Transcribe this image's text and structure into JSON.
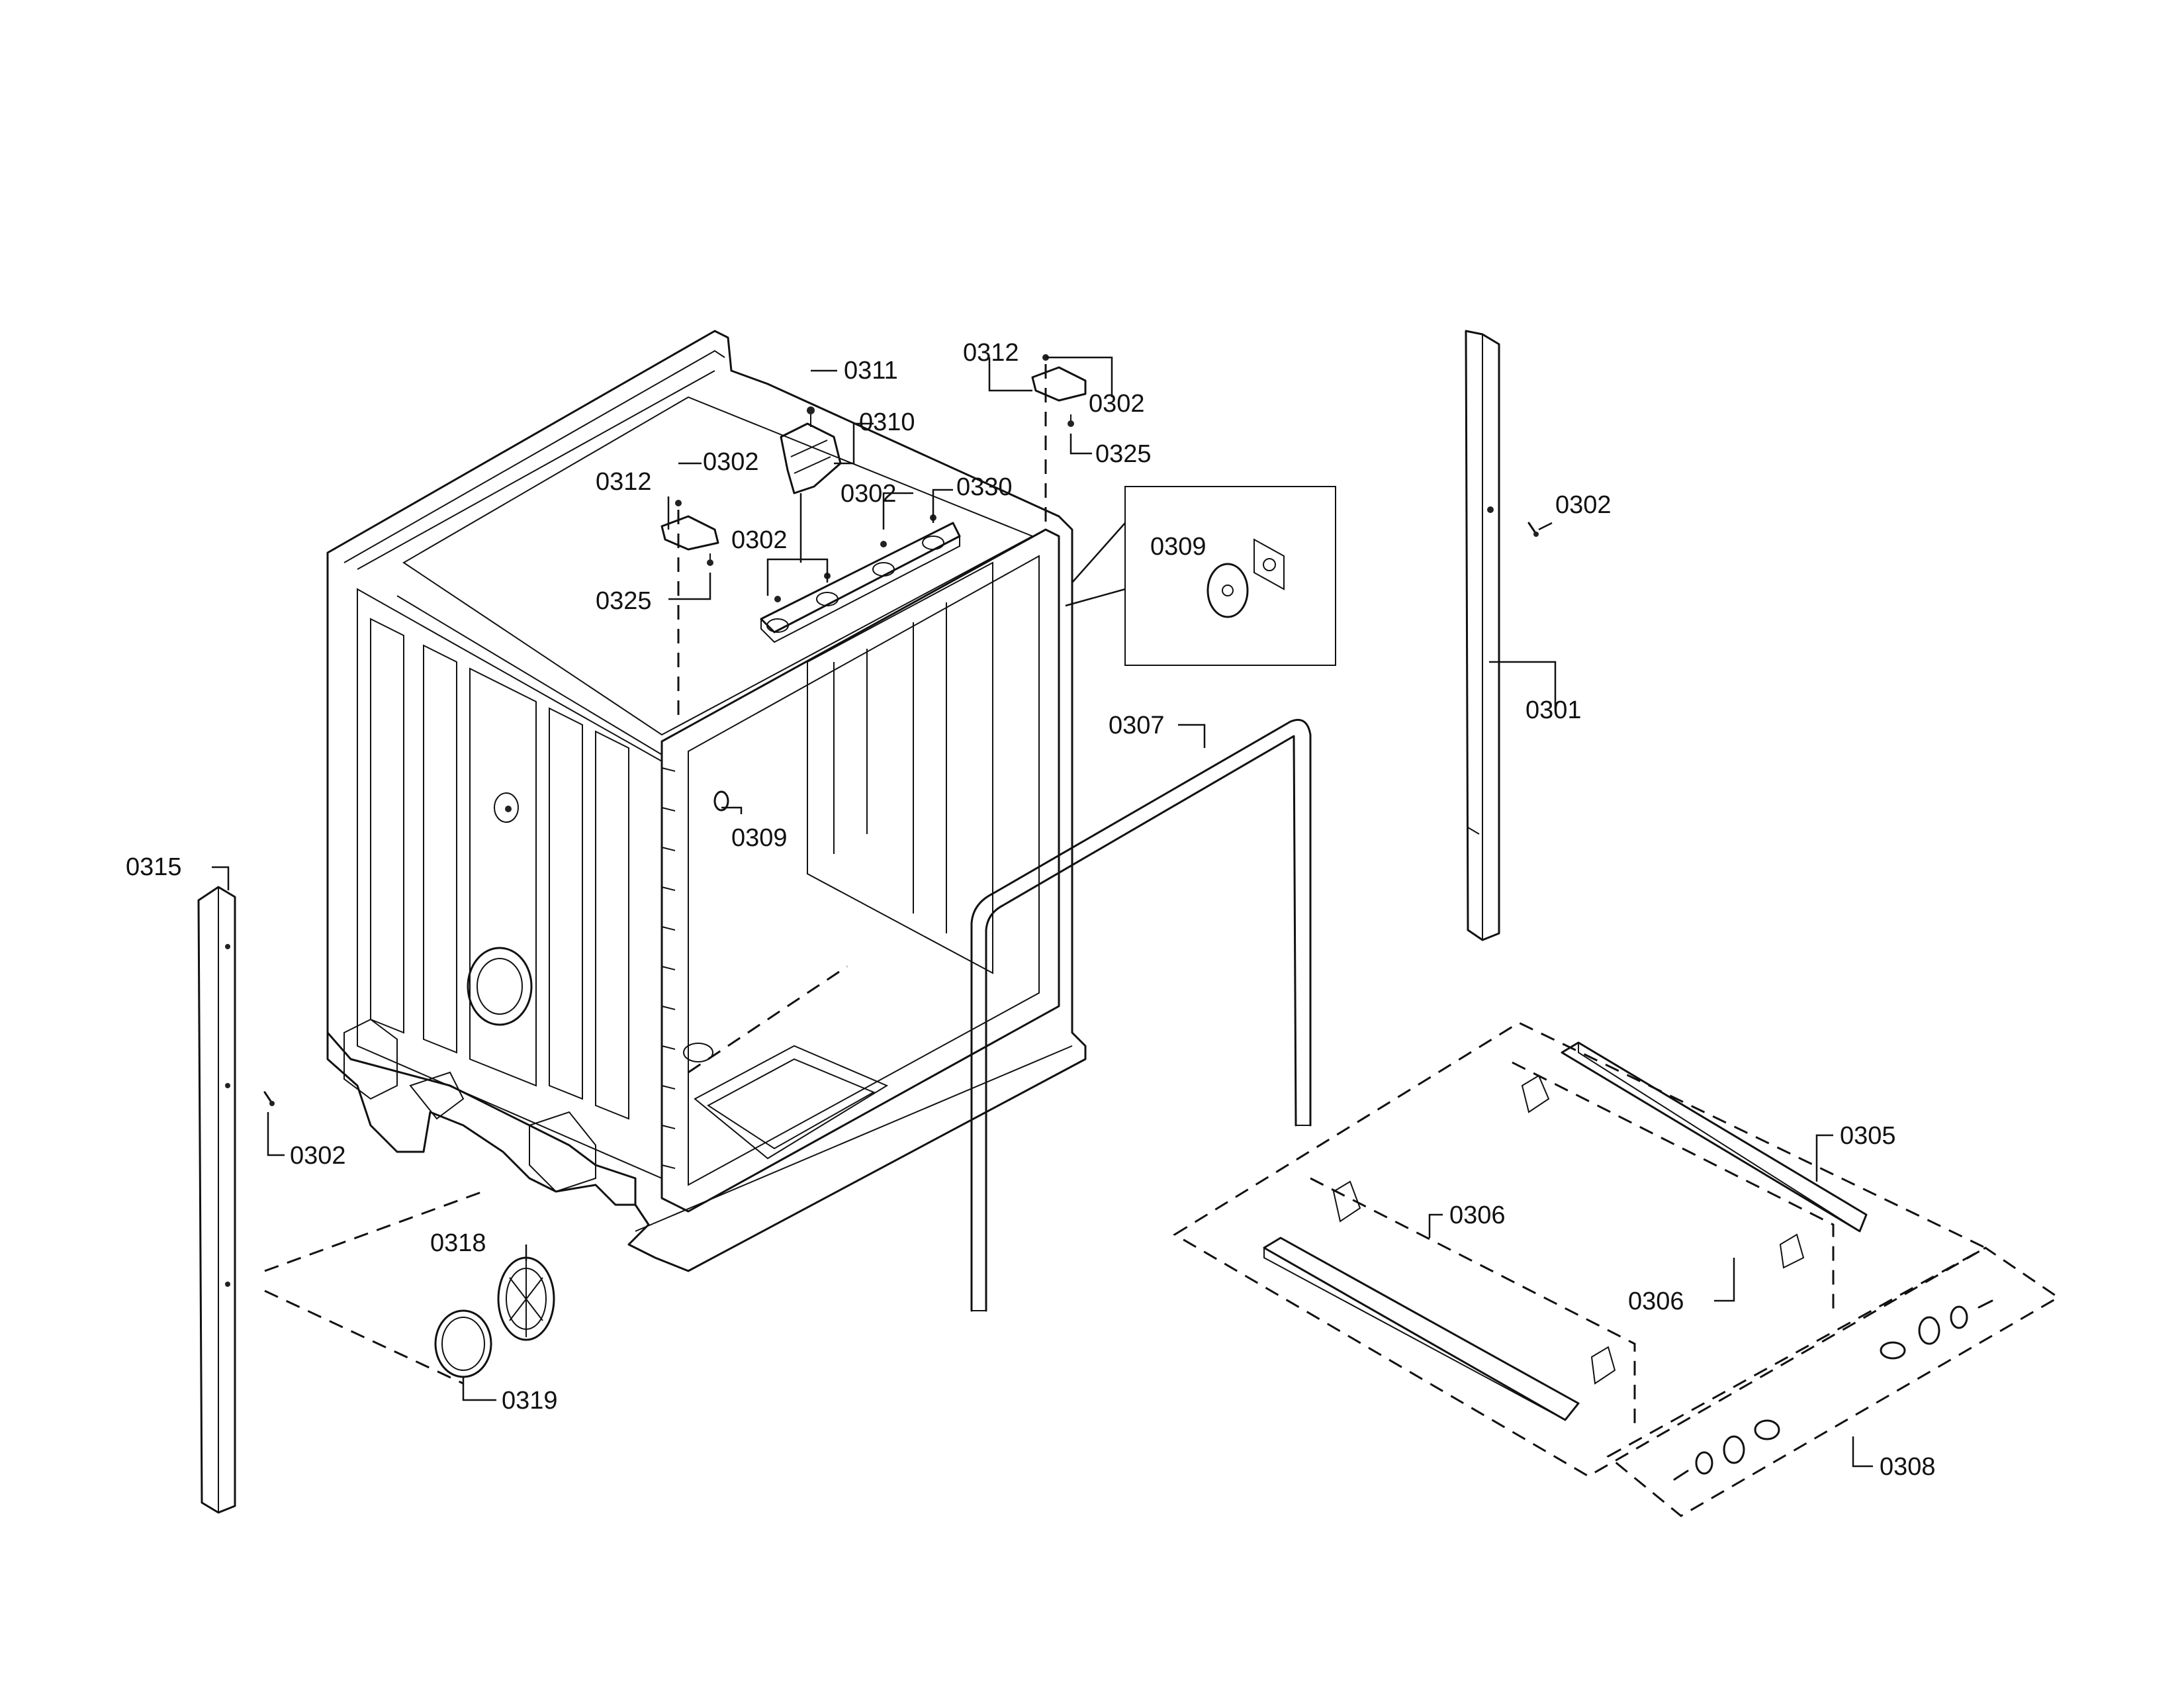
{
  "callouts": {
    "c0301": "0301",
    "c0302_right": "0302",
    "c0302_topA": "0302",
    "c0302_topB": "0302",
    "c0302_mid1": "0302",
    "c0302_mid2": "0302",
    "c0302_left": "0302",
    "c0305": "0305",
    "c0306a": "0306",
    "c0306b": "0306",
    "c0307": "0307",
    "c0308": "0308",
    "c0309a": "0309",
    "c0309b": "0309",
    "c0310": "0310",
    "c0311": "0311",
    "c0312a": "0312",
    "c0312b": "0312",
    "c0315": "0315",
    "c0318": "0318",
    "c0319": "0319",
    "c0325a": "0325",
    "c0325b": "0325",
    "c0330": "0330"
  }
}
